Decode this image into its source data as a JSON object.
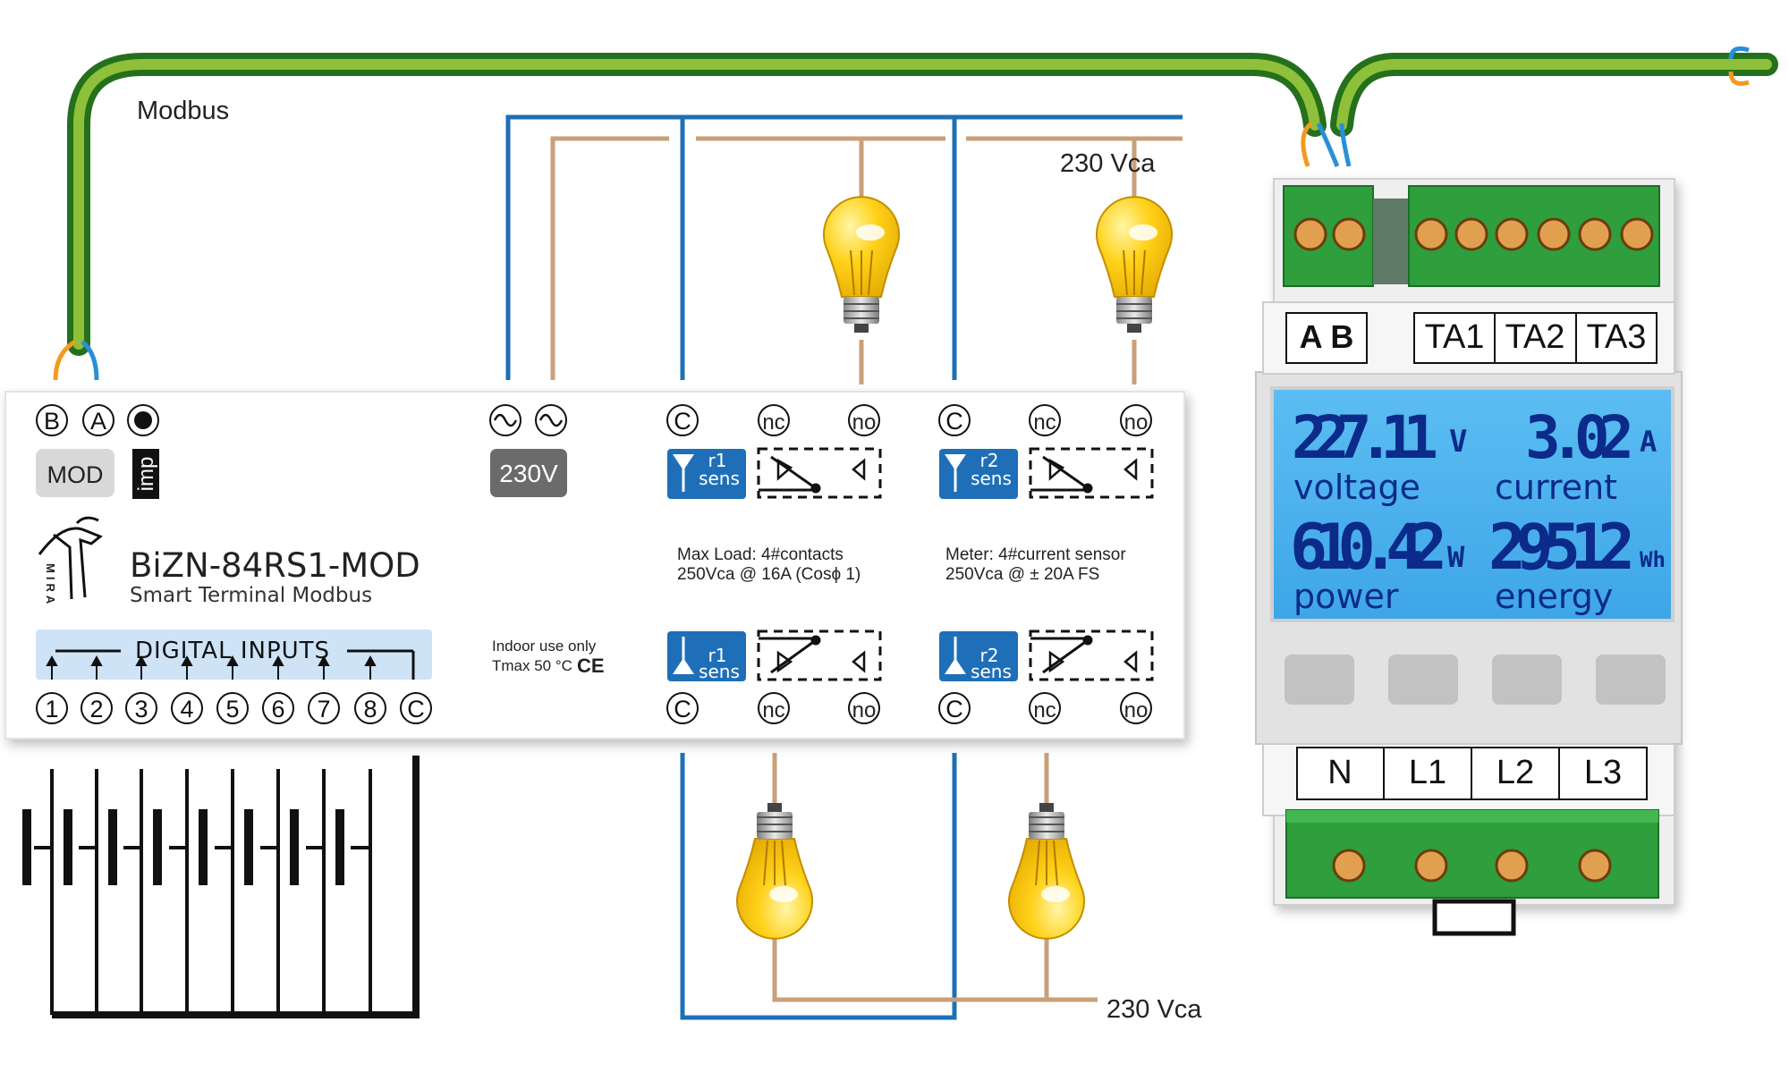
{
  "labels": {
    "modbus": "Modbus",
    "vca_top": "230 Vca",
    "vca_bottom": "230 Vca"
  },
  "controller": {
    "model": "BiZN-84RS1-MOD",
    "subtitle": "Smart Terminal Modbus",
    "logo_text": "MIRA",
    "bus_terminals": [
      "B",
      "A"
    ],
    "mod_label": "MOD",
    "imp_label": "imp",
    "power_label": "230V",
    "digital_inputs_title": "DIGITAL INPUTS",
    "input_numbers": [
      "1",
      "2",
      "3",
      "4",
      "5",
      "6",
      "7",
      "8",
      "C"
    ],
    "indoor_line1": "Indoor use only",
    "indoor_line2": "Tmax 50 °C",
    "ce_mark": "CE",
    "relay_terminals": [
      "C",
      "nc",
      "no"
    ],
    "r1_top": "r1",
    "r2_top": "r2",
    "sens": "sens",
    "max_load_line1": "Max Load:   4#contacts",
    "max_load_line2": "250Vca @ 16A (Cosϕ 1)",
    "meter_line1": "Meter: 4#current sensor",
    "meter_line2": "250Vca @  ± 20A FS"
  },
  "meter": {
    "top_labels": [
      "A B",
      "TA1",
      "TA2",
      "TA3"
    ],
    "voltage_value": "227.11",
    "voltage_unit": "V",
    "voltage_label": "voltage",
    "current_value": "3.02",
    "current_unit": "A",
    "current_label": "current",
    "power_value": "610.42",
    "power_unit": "W",
    "power_label": "power",
    "energy_value": "29512",
    "energy_unit": "Wh",
    "energy_label": "energy",
    "bottom_labels": [
      "N",
      "L1",
      "L2",
      "L3"
    ]
  },
  "colors": {
    "cable_green": "#5e9a2a",
    "wire_blue": "#1f6fb5",
    "wire_tan": "#c9a07a",
    "lcd_bg": "#4fb3ee",
    "terminal_green": "#2f9e3c",
    "badge_blue": "#1e6fb8"
  }
}
